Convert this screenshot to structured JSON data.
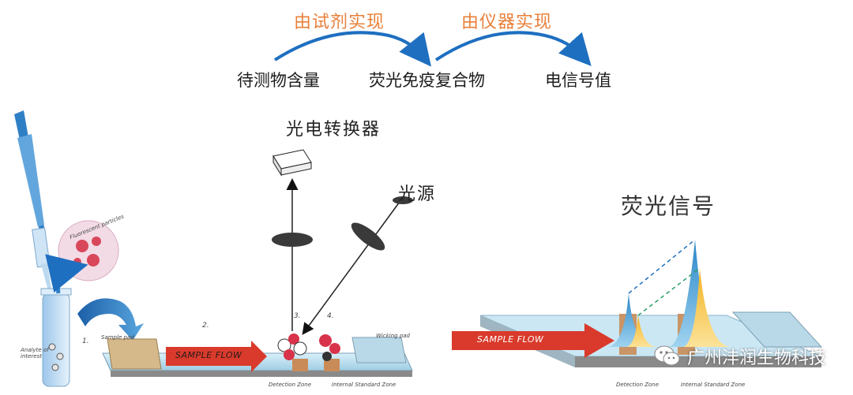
{
  "top_flow": {
    "step1_label": "由试剂实现",
    "step2_label": "由仪器实现",
    "node_a": "待测物含量",
    "node_b": "荧光免疫复合物",
    "node_c": "电信号值"
  },
  "left_diagram": {
    "converter_label": "光电转换器",
    "light_source_label": "光源",
    "fluorescent_particles": "Fluorescent particles",
    "analyte_label": "Analyte of interest",
    "sample_pad": "Sample pad",
    "sample_flow": "SAMPLE FLOW",
    "wicking_pad": "Wicking pad",
    "detection_zone": "Detection Zone",
    "internal_standard_zone": "Internal Standard Zone",
    "step1": "1.",
    "step2": "2.",
    "step3": "3.",
    "step4": "4."
  },
  "right_diagram": {
    "signal_label": "荧光信号",
    "sample_flow": "SAMPLE FLOW",
    "detection_zone": "Detection Zone",
    "internal_standard_zone": "Internal Standard Zone"
  },
  "watermark": {
    "text": "广州沣润生物科技",
    "icon": "wechat-icon"
  },
  "colors": {
    "accent_orange": "#e8803a",
    "arrow_blue": "#1e6fc0",
    "flow_red": "#d93a2b",
    "strip_blue": "#bfe3f2"
  }
}
